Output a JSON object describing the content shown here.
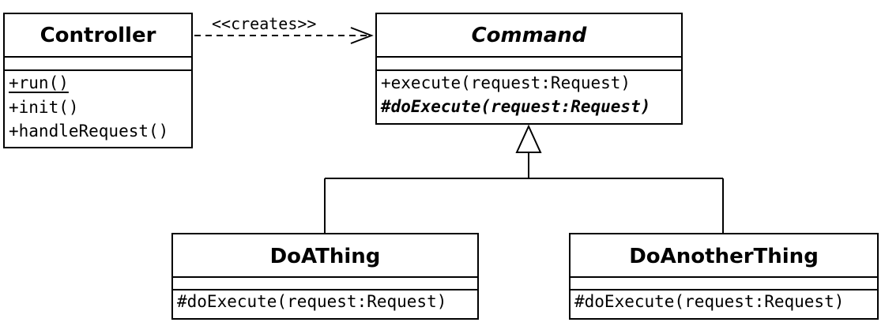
{
  "classes": {
    "controller": {
      "name": "Controller",
      "operations": [
        "+run()",
        "+init()",
        "+handleRequest()"
      ]
    },
    "command": {
      "name": "Command",
      "operations": [
        "+execute(request:Request)",
        "#doExecute(request:Request)"
      ]
    },
    "do_a_thing": {
      "name": "DoAThing",
      "operations": [
        "#doExecute(request:Request)"
      ]
    },
    "do_another_thing": {
      "name": "DoAnotherThing",
      "operations": [
        "#doExecute(request:Request)"
      ]
    }
  },
  "relations": {
    "creates_label": "<<creates>>"
  }
}
